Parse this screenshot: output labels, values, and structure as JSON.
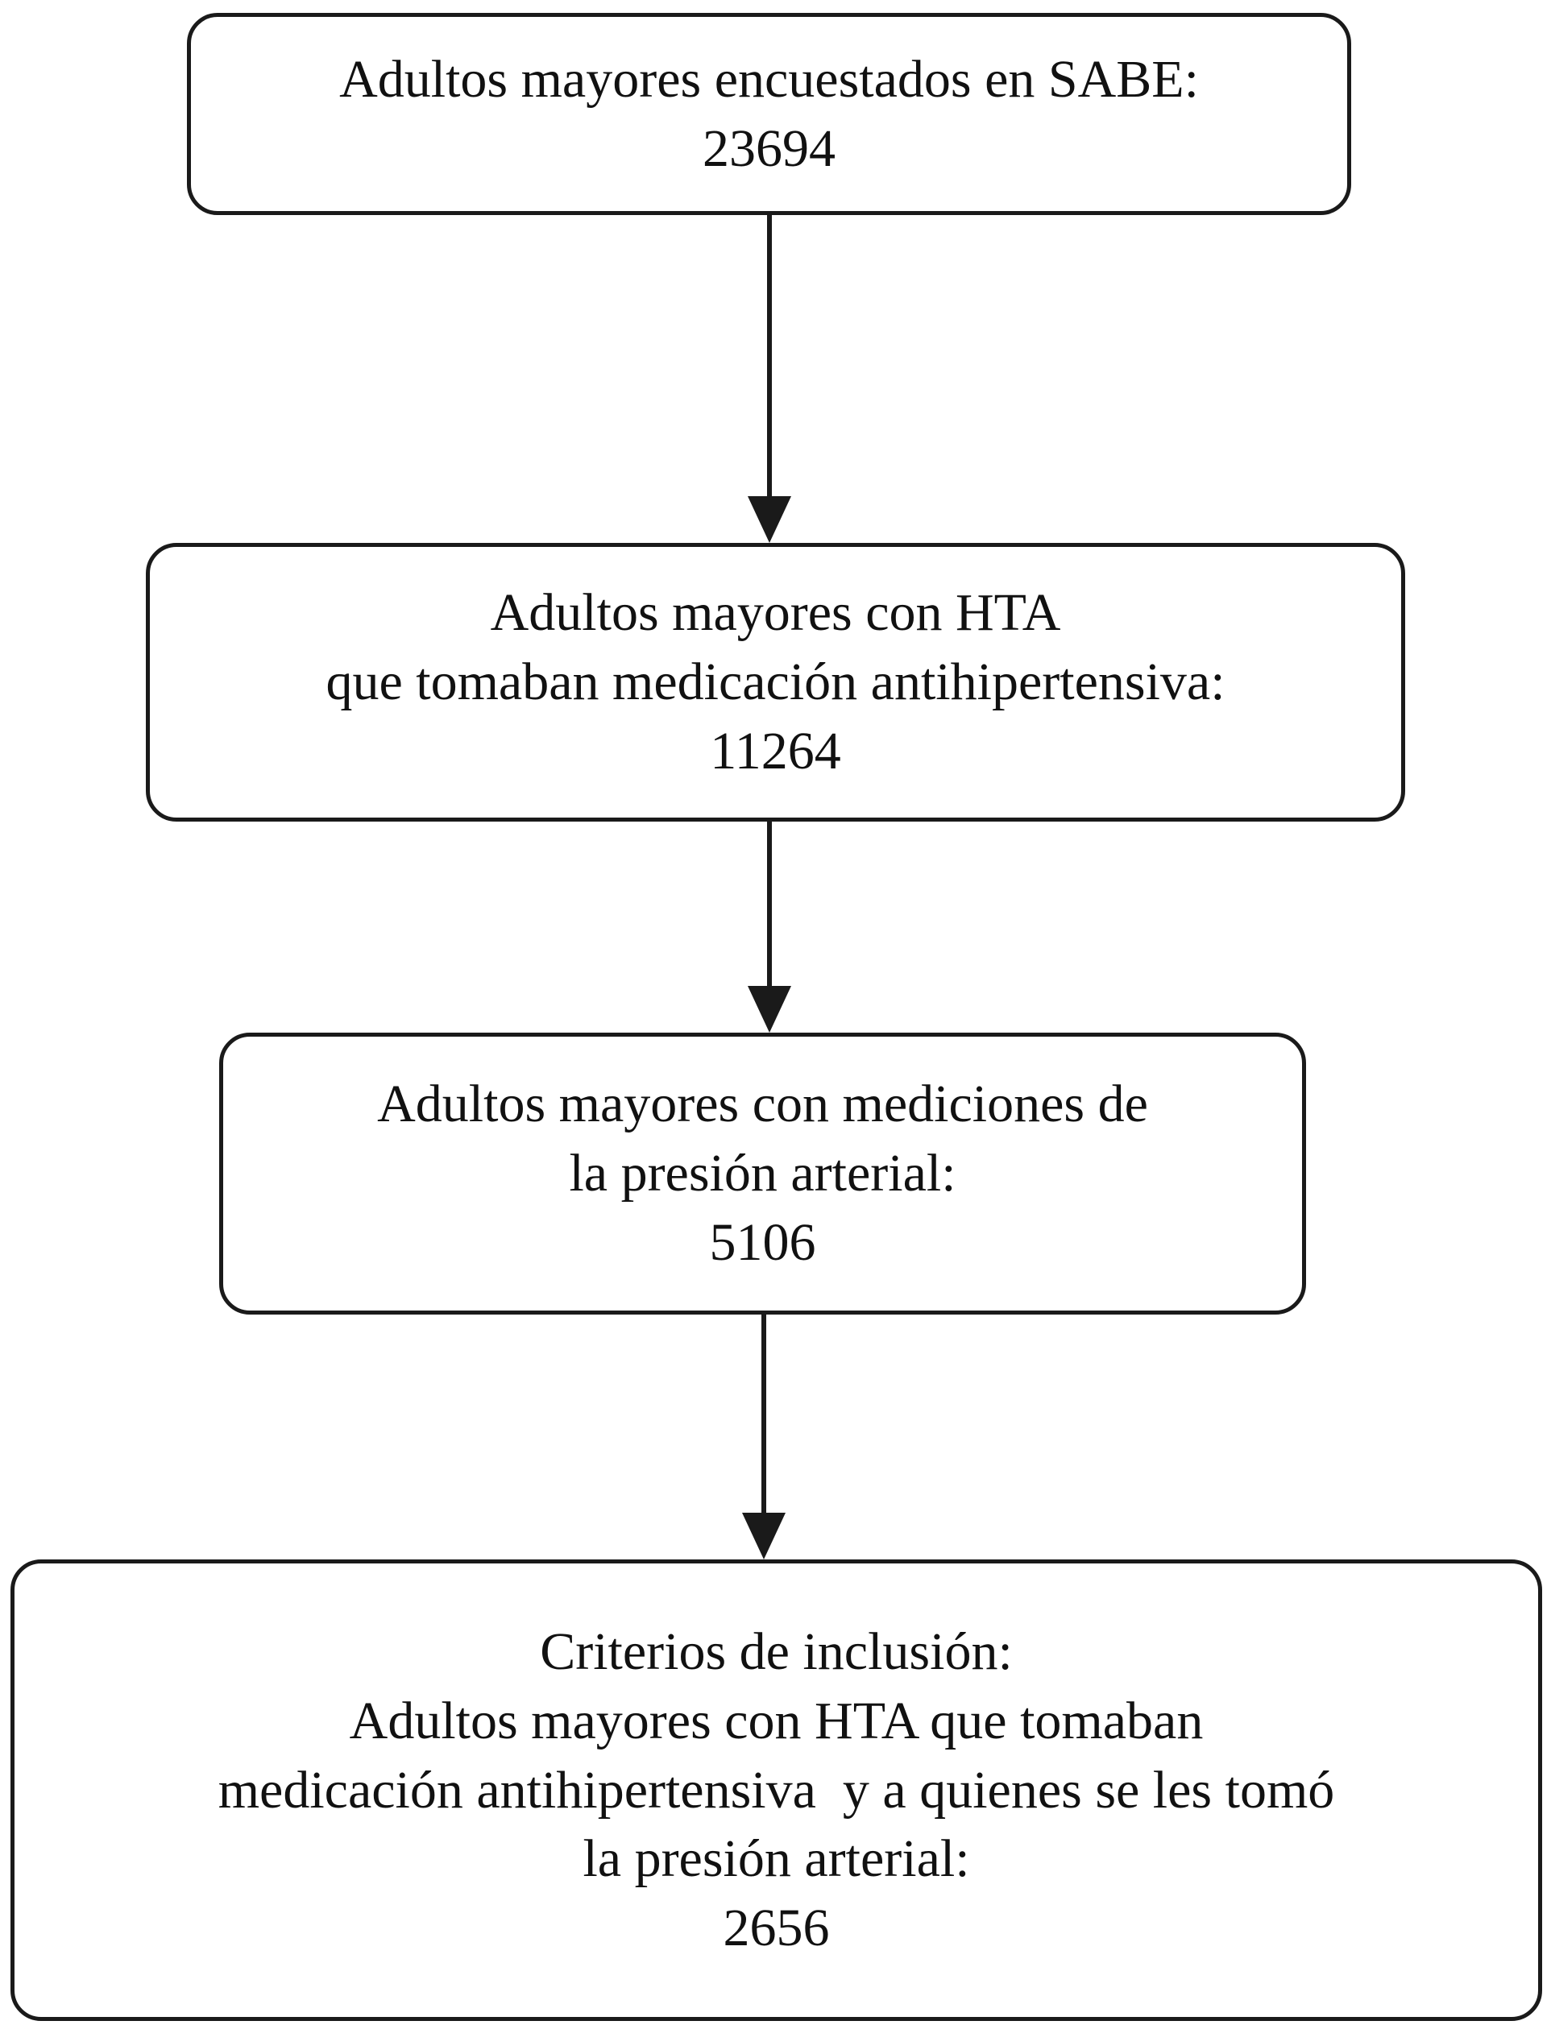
{
  "diagram": {
    "type": "flowchart",
    "language": "es",
    "colors": {
      "border": "#1a1a1a",
      "text": "#111111",
      "background": "#ffffff"
    },
    "boxes": [
      {
        "id": "surveyed",
        "lines": [
          "Adultos mayores encuestados en SABE:",
          "23694"
        ],
        "count": 23694
      },
      {
        "id": "hta-medication",
        "lines": [
          "Adultos mayores con HTA",
          "que tomaban medicación antihipertensiva:",
          "11264"
        ],
        "count": 11264
      },
      {
        "id": "bp-measurements",
        "lines": [
          "Adultos mayores con mediciones de",
          "la presión arterial:",
          "5106"
        ],
        "count": 5106
      },
      {
        "id": "inclusion-criteria",
        "lines": [
          "Criterios de inclusión:",
          "Adultos mayores con HTA que tomaban",
          "medicación antihipertensiva  y a quienes se les tomó",
          "la presión arterial:",
          "2656"
        ],
        "count": 2656
      }
    ]
  }
}
